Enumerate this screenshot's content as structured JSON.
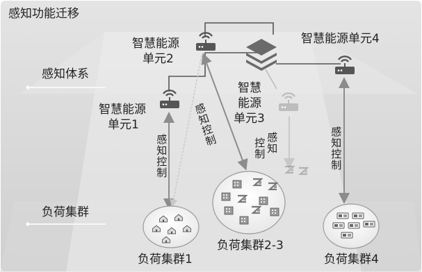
{
  "labels": {
    "migration": "感知功能迁移",
    "perception_system": "感知体系",
    "load_cluster_layer": "负荷集群",
    "unit1": [
      "智慧能源",
      "单元1"
    ],
    "unit2": [
      "智慧能源",
      "单元2"
    ],
    "unit3": [
      "智慧",
      "能源",
      "单元3"
    ],
    "unit4": "智慧能源单元4",
    "control_unit1": "感知控制",
    "control_unit2": "感知控制",
    "control_unit3": [
      "感知",
      "控制"
    ],
    "control_unit4": "感知控制",
    "cluster1": "负荷集群1",
    "cluster23": "负荷集群2-3",
    "cluster4": "负荷集群4"
  },
  "colors": {
    "background_plane": "#dcdcdc",
    "node_dark": "#555555",
    "node_faded": "#bdbdbd",
    "arrow": "#8c8c8c",
    "text": "#222222"
  },
  "icons": [
    "router-icon",
    "layers-icon",
    "building-icon",
    "house-icon"
  ]
}
